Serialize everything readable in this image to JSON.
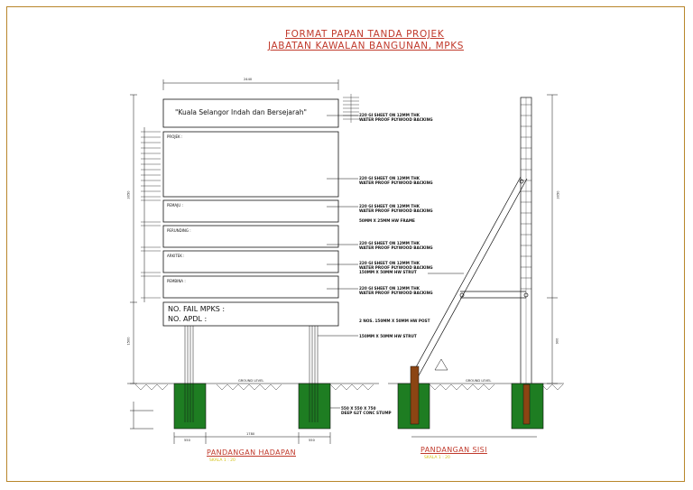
{
  "title": {
    "line1": "FORMAT PAPAN TANDA PROJEK",
    "line2": "JABATAN KAWALAN BANGUNAN, MPKS"
  },
  "board": {
    "slogan": "\"Kuala Selangor Indah dan Bersejarah\"",
    "panels": [
      "PROJEK :",
      "PEMAJU :",
      "PERUNDING :",
      "ARKITEK :",
      "PEMBINA :"
    ],
    "info_line1": "NO. FAIL MPKS  :",
    "info_line2": "NO. APDL       :"
  },
  "notes": [
    [
      "220 GI SHEET ON 12MM THK",
      "WATER PROOF PLYWOOD BACKING"
    ],
    [
      "220 GI SHEET ON 12MM THK",
      "WATER PROOF PLYWOOD BACKING"
    ],
    [
      "220 GI SHEET ON 12MM THK",
      "WATER PROOF PLYWOOD BACKING"
    ],
    [
      "50MM X 25MM HW FRAME"
    ],
    [
      "220 GI SHEET ON 12MM THK",
      "WATER PROOF PLYWOOD BACKING"
    ],
    [
      "220 GI SHEET ON 12MM THK",
      "WATER PROOF PLYWOOD BACKING",
      "150MM X 50MM HW STRUT"
    ],
    [
      "220 GI SHEET ON 12MM THK",
      "WATER PROOF PLYWOOD BACKING"
    ],
    [
      "2 NOS. 150MM X 50MM HW POST"
    ],
    [
      "150MM X 50MM HW STRUT"
    ],
    [
      "550 X 550 X 750",
      "DEEP G2T CONC STUMP"
    ]
  ],
  "ground_label_front": "GROUND LEVEL",
  "ground_label_side": "GROUND LEVEL",
  "views": {
    "front_caption": "PANDANGAN HADAPAN",
    "front_scale": "SKALA 1 : 20",
    "side_caption": "PANDANGAN SISI",
    "side_scale": "SKALA 1 : 20"
  },
  "dims": {
    "top_width": "2440",
    "post_spacing": "1780",
    "stump_width": "550",
    "left_height": "3050",
    "side_height": "3050",
    "lower_height": "1500",
    "side_lower": "900"
  },
  "colors": {
    "title_red": "#c0392b",
    "concrete_green": "#1e7d22",
    "timber_brown": "#8b4513",
    "scale_yellow": "#d4c21a",
    "frame_gold": "#b8862b"
  }
}
